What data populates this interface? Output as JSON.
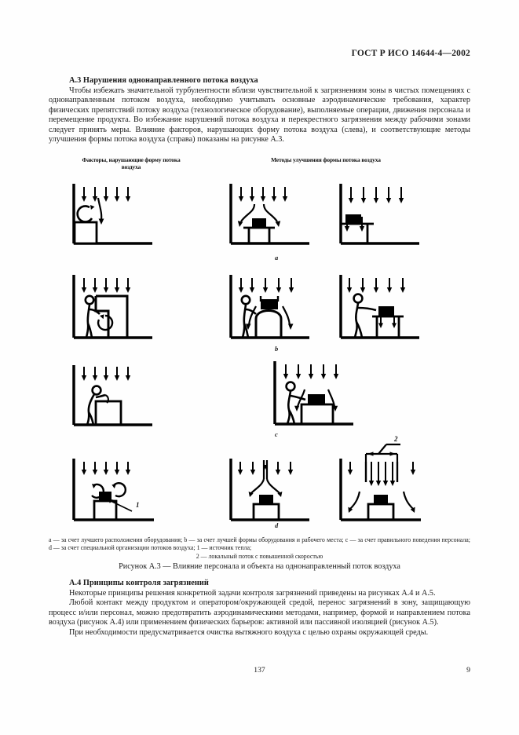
{
  "header": {
    "standard_id": "ГОСТ Р ИСО 14644-4—2002"
  },
  "sections": {
    "a3": {
      "heading": "А.3 Нарушения однонаправленного потока воздуха",
      "paragraph1": "Чтобы избежать значительной турбулентности вблизи чувствительной к загрязнениям зоны в чистых помещениях с однонаправленным потоком воздуха, необходимо учитывать основные аэродинамические требования, характер физических препятствий потоку воздуха (технологическое оборудование), выполняемые операции, движения персонала и перемещение продукта. Во избежание нарушений потока воздуха и перекрестного загрязнения между рабочими зонами следует принять меры. Влияние факторов, нарушающих форму потока воздуха (слева), и соответствующие методы улучшения формы потока воздуха (справа) показаны на рисунке А.3."
    },
    "a4": {
      "heading": "А.4 Принципы контроля загрязнений",
      "paragraph1": "Некоторые принципы решения конкретной задачи контроля загрязнений приведены на рисунках А.4 и А.5.",
      "paragraph2": "Любой контакт между продуктом и оператором/окружающей средой, перенос загрязнений в зону, защищающую процесс и/или персонал, можно предотвратить аэродинамическими методами, например, формой и направлением потока воздуха (рисунок А.4) или применением физических барьеров: активной или пассивной изоляцией (рисунок А.5).",
      "paragraph3": "При необходимости предусматривается очистка вытяжного воздуха с целью охраны окружающей среды."
    }
  },
  "figure": {
    "column_title_left": "Факторы, нарушающие форму потока воздуха",
    "column_title_right": "Методы улучшения формы потока воздуха",
    "row_letters": [
      "a",
      "b",
      "c",
      "d"
    ],
    "callout_1": "1",
    "callout_2": "2",
    "legend": "a — за счет лучшего расположения оборудования; b — за счет лучшей формы оборудования и рабочего места; c — за счет правильного поведения персонала; d — за счет специальной организации потоков воздуха; 1 — источник тепла;",
    "legend_line2": "2 — локальный поток с повышенной скоростью",
    "caption": "Рисунок А.3 — Влияние персонала и объекта на однонаправленный поток воздуха"
  },
  "footer": {
    "page_number": "137",
    "section_number": "9"
  },
  "colors": {
    "ink": "#1a1a1a",
    "paper": "#fefefe"
  }
}
